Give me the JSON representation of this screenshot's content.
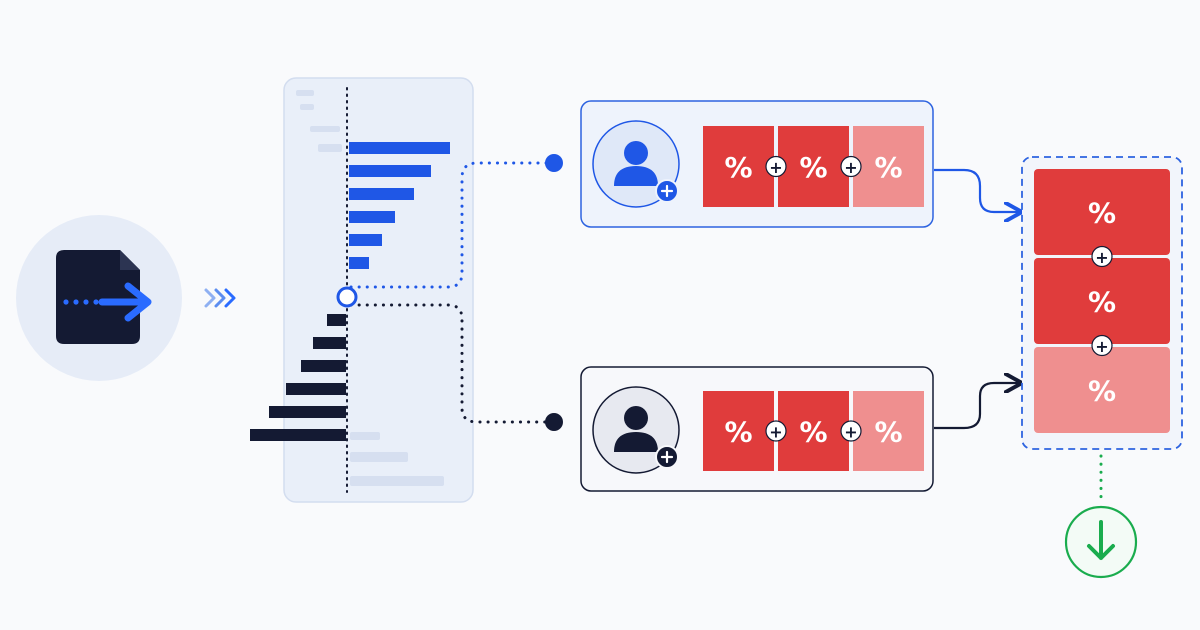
{
  "colors": {
    "background": "#f9fafc",
    "accent_blue": "#1f57e6",
    "navy": "#141a33",
    "red": "#e03c3c",
    "red_light": "#ef8f8f",
    "green": "#1aac4e",
    "panel_fill": "#e9eff9",
    "panel_stroke": "#d3ddef"
  },
  "icons": {
    "source": "export-file-icon",
    "chevrons": "triple-chevron-right-icon",
    "user_top": "user-add-icon",
    "user_bottom": "user-add-icon",
    "result": "arrow-down-icon"
  },
  "split_chart": {
    "upper_bars_relative": [
      1.0,
      0.81,
      0.64,
      0.46,
      0.33,
      0.2
    ],
    "lower_bars_relative": [
      0.19,
      0.34,
      0.46,
      0.61,
      0.79,
      0.98
    ],
    "upper_color": "accent_blue",
    "lower_color": "navy"
  },
  "top_group": {
    "segments": [
      {
        "label": "%",
        "style": "solid"
      },
      {
        "label": "%",
        "style": "solid"
      },
      {
        "label": "%",
        "style": "light"
      }
    ],
    "connector": "+"
  },
  "bottom_group": {
    "segments": [
      {
        "label": "%",
        "style": "solid"
      },
      {
        "label": "%",
        "style": "solid"
      },
      {
        "label": "%",
        "style": "light"
      }
    ],
    "connector": "+"
  },
  "result_stack": {
    "segments": [
      {
        "label": "%",
        "style": "solid"
      },
      {
        "label": "%",
        "style": "solid"
      },
      {
        "label": "%",
        "style": "light"
      }
    ],
    "connector": "+"
  }
}
